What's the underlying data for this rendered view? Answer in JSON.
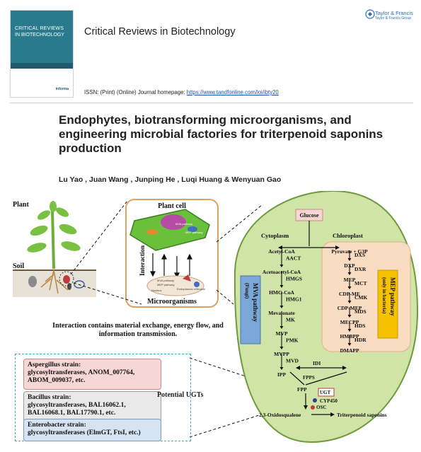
{
  "header": {
    "cover_line1": "CRITICAL REVIEWS",
    "cover_line2": "IN BIOTECHNOLOGY",
    "cover_publisher": "informa",
    "journal_title": "Critical Reviews in Biotechnology",
    "publisher_name": "Taylor & Francis",
    "publisher_sub": "Taylor & Francis Group",
    "issn_prefix": "ISSN: (Print) (Online) Journal homepage: ",
    "issn_link": "https://www.tandfonline.com/loi/ibty20"
  },
  "article": {
    "title": "Endophytes, biotransforming microorganisms, and engineering microbial factories for triterpenoid saponins production",
    "authors": "Lu Yao , Juan Wang , Junping He , Luqi Huang & Wenyuan Gao"
  },
  "figure": {
    "plant_label": "Plant",
    "soil_label": "Soil",
    "plant_cell_label": "Plant cell",
    "interaction_label": "Interaction",
    "microorganisms_label": "Microorganisms",
    "interaction_text": "Interaction contains material exchange, energy flow, and information transmission.",
    "strains": [
      {
        "line1": "Aspergillus strain:",
        "line2": "glycosyltransferases,    ANOM_007764,",
        "line3": "ABOM_009037, etc."
      },
      {
        "line1": "Bacillus strain:",
        "line2": "glycosyltransferases,        BAL16062.1,",
        "line3": "BAL16068.1, BAL17790.1, etc."
      },
      {
        "line1": "Enterobacter strain:",
        "line2": "glycosyltransferases (ElmGT, FtsI, etc.)",
        "line3": ""
      }
    ],
    "potential_ugts": "Potential UGTs",
    "pathway": {
      "glucose": "Glucose",
      "cytoplasm": "Cytoplasm",
      "chloroplast": "Chloroplast",
      "mva_label": "MVA pathway",
      "mva_sub": "(Fungi)",
      "mep_label": "MEP pathway",
      "mep_sub": "(only in bacteria)",
      "mva_steps": [
        "Acetyl-CoA",
        "AACT",
        "Acetoacetyl-CoA",
        "HMGS",
        "HMG-CoA",
        "HMG1",
        "Mevalonate",
        "MK",
        "MVP",
        "PMK",
        "MVPP",
        "MVD",
        "IPP"
      ],
      "mep_steps": [
        "Pyruvate + G3P",
        "DXS",
        "DXP",
        "DXR",
        "MEP",
        "MCT",
        "CDP-ME",
        "CMK",
        "CDP-MEP",
        "MDS",
        "MECPP",
        "HDS",
        "HMBPP",
        "HDR",
        "DMAPP"
      ],
      "idi": "IDI",
      "fpps": "FPPS",
      "fpp": "FPP",
      "ugt": "UGT",
      "cyp450": "CYP450",
      "osc": "OSC",
      "oxidosqualene": "2,3-Oxidosqualene",
      "product": "Triterpenoid saponins"
    },
    "cell_inner_labels": [
      "MVA pathway",
      "MEP pathway",
      "Endoplasmic reticulum",
      "Nucleus"
    ]
  },
  "colors": {
    "cover_teal": "#2a7a8e",
    "link_blue": "#1a56a0",
    "cell_green": "#cfe4a6",
    "cell_border": "#6f9a3b",
    "mva_blue": "#7aa6d8",
    "mep_yellow": "#f6c100",
    "mep_region": "#f9dcc2",
    "glucose_pink": "#f6d5d3",
    "dash_blue": "#3fa3d6"
  }
}
